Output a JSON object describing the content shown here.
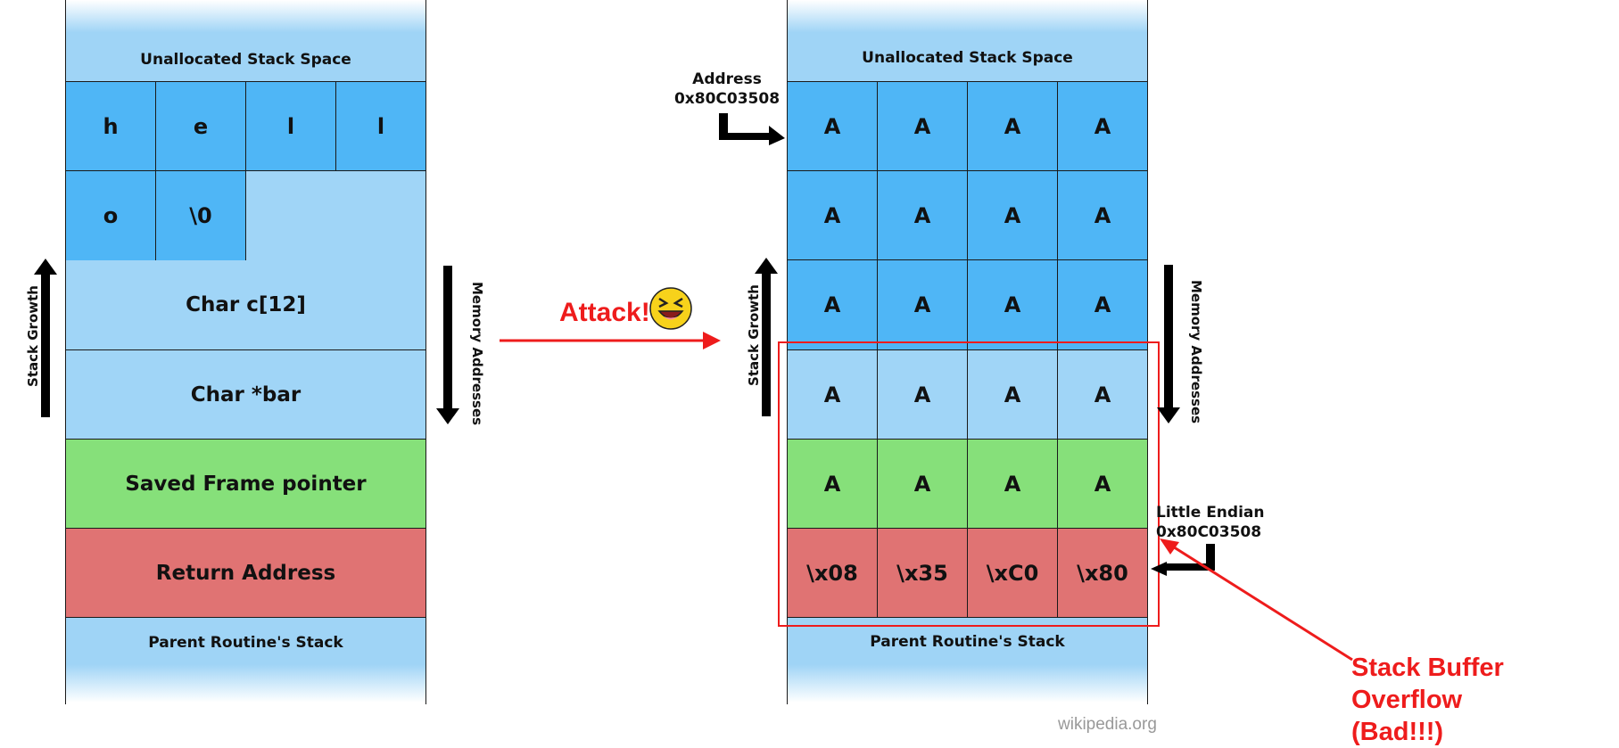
{
  "left_stack": {
    "unallocated": "Unallocated Stack Space",
    "buffer_chars": [
      "h",
      "e",
      "l",
      "l",
      "o",
      "\\0"
    ],
    "char_array": "Char c[12]",
    "char_pointer": "Char *bar",
    "saved_frame_pointer": "Saved Frame pointer",
    "return_address": "Return Address",
    "parent_stack": "Parent Routine's Stack"
  },
  "left_labels": {
    "stack_growth": "Stack Growth",
    "memory_addresses": "Memory Addresses"
  },
  "attack_label": "Attack!",
  "right_stack": {
    "unallocated": "Unallocated Stack Space",
    "fill_char": "A",
    "return_bytes": [
      "\\x08",
      "\\x35",
      "\\xC0",
      "\\x80"
    ],
    "parent_stack": "Parent Routine's Stack"
  },
  "right_labels": {
    "address_title": "Address",
    "address_value": "0x80C03508",
    "stack_growth": "Stack Growth",
    "memory_addresses": "Memory Addresses",
    "endian_title": "Little Endian",
    "endian_value": "0x80C03508"
  },
  "overflow_label_line1": "Stack Buffer Overflow",
  "overflow_label_line2": "(Bad!!!)",
  "watermark": "wikipedia.org",
  "colors": {
    "buffer_blue": "#4fb6f6",
    "light_blue": "#a0d5f7",
    "frame_green": "#86e07a",
    "return_red": "#e07373",
    "attack_red": "#ee1c1c"
  }
}
